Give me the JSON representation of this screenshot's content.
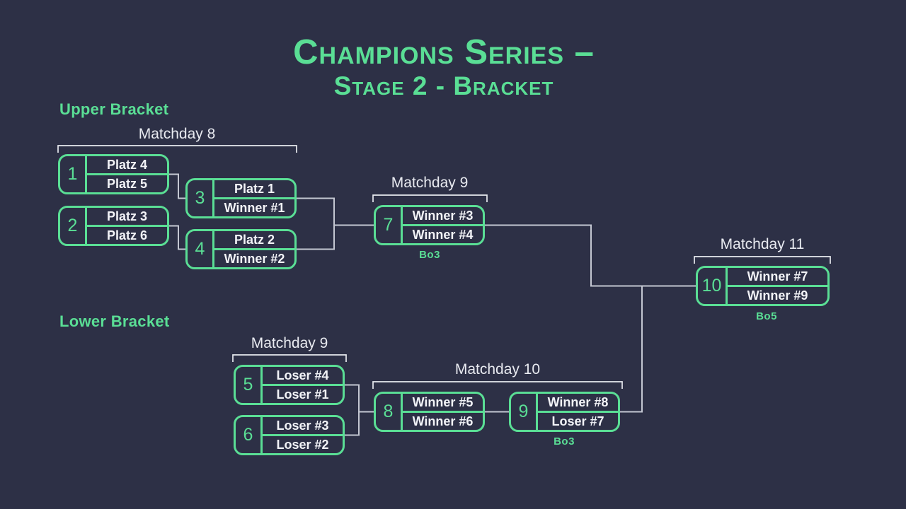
{
  "title": {
    "line1": "Champions Series –",
    "line2": "Stage 2 - Bracket"
  },
  "sections": {
    "upper": "Upper Bracket",
    "lower": "Lower Bracket"
  },
  "matchdays": {
    "md8": "Matchday 8",
    "md9_upper": "Matchday 9",
    "md11": "Matchday 11",
    "md9_lower": "Matchday 9",
    "md10": "Matchday 10"
  },
  "matches": [
    {
      "number": "1",
      "top": "Platz 4",
      "bottom": "Platz 5"
    },
    {
      "number": "2",
      "top": "Platz 3",
      "bottom": "Platz 6"
    },
    {
      "number": "3",
      "top": "Platz 1",
      "bottom": "Winner #1"
    },
    {
      "number": "4",
      "top": "Platz 2",
      "bottom": "Winner #2"
    },
    {
      "number": "5",
      "top": "Loser #4",
      "bottom": "Loser #1"
    },
    {
      "number": "6",
      "top": "Loser #3",
      "bottom": "Loser #2"
    },
    {
      "number": "7",
      "top": "Winner #3",
      "bottom": "Winner #4",
      "format": "Bo3"
    },
    {
      "number": "8",
      "top": "Winner #5",
      "bottom": "Winner #6"
    },
    {
      "number": "9",
      "top": "Winner #8",
      "bottom": "Loser #7",
      "format": "Bo3"
    },
    {
      "number": "10",
      "top": "Winner #7",
      "bottom": "Winner #9",
      "format": "Bo5"
    }
  ],
  "colors": {
    "background": "#2d3046",
    "accent_green": "#5ade95",
    "text_white": "#f2f3f7",
    "connector_gray": "#c4c7d2",
    "ruler_white": "#e8eaf0"
  }
}
